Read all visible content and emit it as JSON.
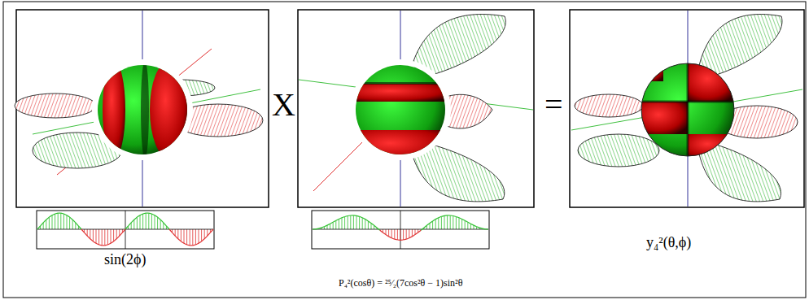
{
  "diagram": {
    "labels": [
      "X",
      "=",
      "sin(2ϕ)",
      "P₄²(cosθ) = ²⁵⁄₂(7cos²θ − 1)sin²θ",
      "y₄²(θ,ϕ)"
    ]
  }
}
